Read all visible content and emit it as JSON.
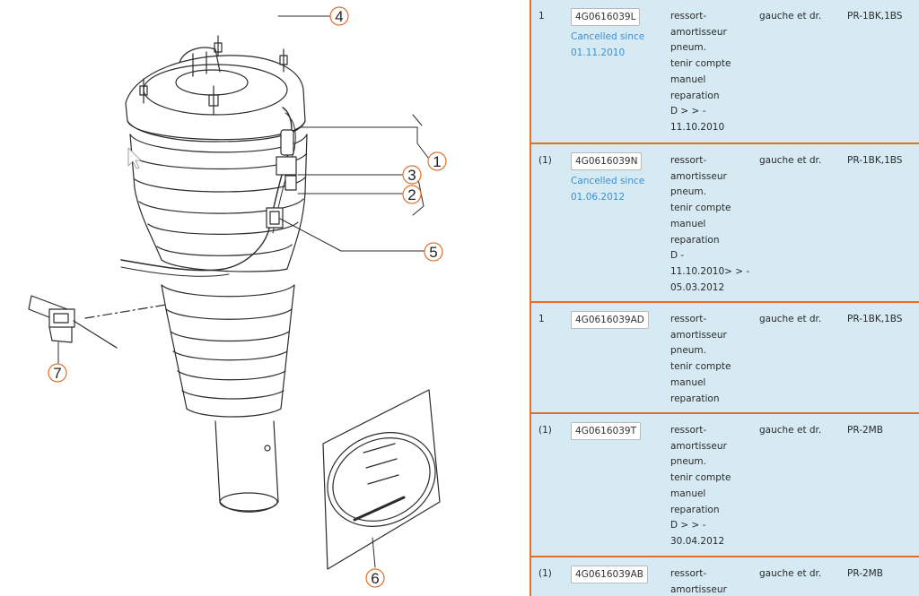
{
  "diagram": {
    "callouts": [
      {
        "num": "1"
      },
      {
        "num": "2"
      },
      {
        "num": "3"
      },
      {
        "num": "4"
      },
      {
        "num": "5"
      },
      {
        "num": "6"
      },
      {
        "num": "7"
      }
    ]
  },
  "parts": [
    {
      "qty": "1",
      "part_no": "4G0616039L",
      "status": [
        "Cancelled since",
        "01.11.2010"
      ],
      "description": [
        "ressort-",
        "amortisseur",
        "pneum.",
        "tenir compte",
        "manuel",
        "reparation",
        "D > > -",
        "11.10.2010"
      ],
      "side": "gauche et dr.",
      "code": "PR-1BK,1BS"
    },
    {
      "qty": "(1)",
      "part_no": "4G0616039N",
      "status": [
        "Cancelled since",
        "01.06.2012"
      ],
      "description": [
        "ressort-",
        "amortisseur",
        "pneum.",
        "tenir compte",
        "manuel",
        "reparation",
        "D -",
        "11.10.2010> > -",
        "05.03.2012"
      ],
      "side": "gauche et dr.",
      "code": "PR-1BK,1BS"
    },
    {
      "qty": "1",
      "part_no": "4G0616039AD",
      "status": [],
      "description": [
        "ressort-",
        "amortisseur",
        "pneum.",
        "tenir compte",
        "manuel",
        "reparation"
      ],
      "side": "gauche et dr.",
      "code": "PR-1BK,1BS"
    },
    {
      "qty": "(1)",
      "part_no": "4G0616039T",
      "status": [],
      "description": [
        "ressort-",
        "amortisseur",
        "pneum.",
        "tenir compte",
        "manuel",
        "reparation",
        "D > > -",
        "30.04.2012"
      ],
      "side": "gauche et dr.",
      "code": "PR-2MB"
    },
    {
      "qty": "(1)",
      "part_no": "4G0616039AB",
      "status": [],
      "description": [
        "ressort-",
        "amortisseur"
      ],
      "side": "gauche et dr.",
      "code": "PR-2MB"
    }
  ],
  "colors": {
    "row_background": "#d5eaf3",
    "row_border": "#e0712a",
    "cancelled_text": "#3d8fd6",
    "callout_circle": "#e0712a"
  }
}
